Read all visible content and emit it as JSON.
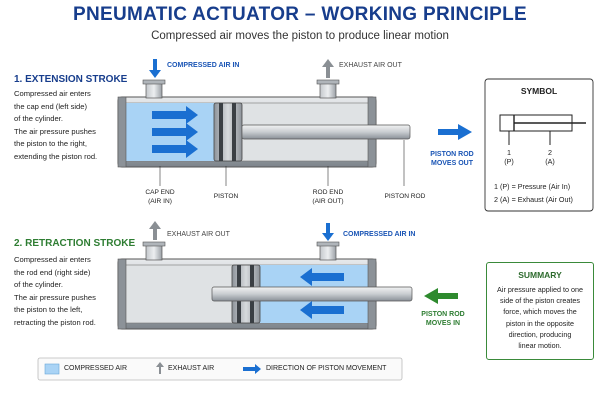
{
  "header": {
    "title": "PNEUMATIC ACTUATOR – WORKING PRINCIPLE",
    "subtitle": "Compressed air moves the piston to produce linear motion"
  },
  "extension": {
    "title": "1. EXTENSION STROKE",
    "desc": [
      "Compressed air enters",
      "the cap end (left side)",
      "of the cylinder.",
      "The air pressure pushes",
      "the piston to the right,",
      "extending the piston rod."
    ],
    "inlet_label": "COMPRESSED AIR IN",
    "exhaust_label": "EXHAUST AIR OUT",
    "rod_motion": [
      "PISTON ROD",
      "MOVES OUT"
    ],
    "callouts": {
      "cap_end": [
        "CAP END",
        "(AIR IN)"
      ],
      "piston": "PISTON",
      "rod_end": [
        "ROD END",
        "(AIR OUT)"
      ],
      "piston_rod": "PISTON ROD"
    }
  },
  "retraction": {
    "title": "2. RETRACTION STROKE",
    "desc": [
      "Compressed air enters",
      "the rod end (right side)",
      "of the cylinder.",
      "The air pressure pushes",
      "the piston to the left,",
      "retracting the piston rod."
    ],
    "exhaust_label": "EXHAUST AIR OUT",
    "inlet_label": "COMPRESSED AIR IN",
    "rod_motion": [
      "PISTON ROD",
      "MOVES IN"
    ]
  },
  "symbol": {
    "title": "SYMBOL",
    "port1": [
      "1",
      "(P)"
    ],
    "port2": [
      "2",
      "(A)"
    ],
    "key1": "1 (P) = Pressure (Air In)",
    "key2": "2 (A) = Exhaust (Air Out)"
  },
  "summary": {
    "title": "SUMMARY",
    "lines": [
      "Air pressure applied to one",
      "side of the piston creates",
      "force, which moves the",
      "piston in the opposite",
      "direction, producing",
      "linear motion."
    ]
  },
  "legend": {
    "compressed_air": "COMPRESSED AIR",
    "exhaust_air": "EXHAUST AIR",
    "direction": "DIRECTION OF PISTON MOVEMENT"
  },
  "colors": {
    "title": "#173d8c",
    "air": "#a9d3f5",
    "arrow_blue": "#1a6fd1",
    "green": "#2e8a2e",
    "metal": "#9aa0a6"
  }
}
